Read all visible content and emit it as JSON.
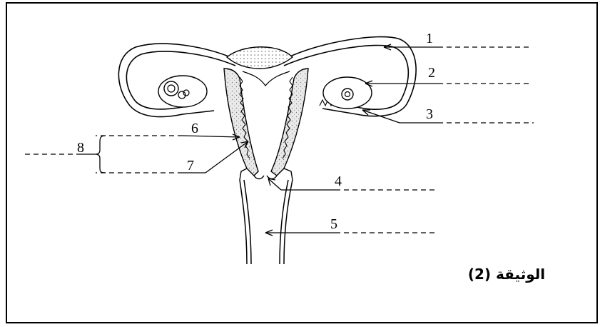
{
  "document": {
    "title": "الوثيقة (2)"
  },
  "diagram": {
    "labels": [
      "1",
      "2",
      "3",
      "4",
      "5",
      "6",
      "7",
      "8"
    ]
  }
}
